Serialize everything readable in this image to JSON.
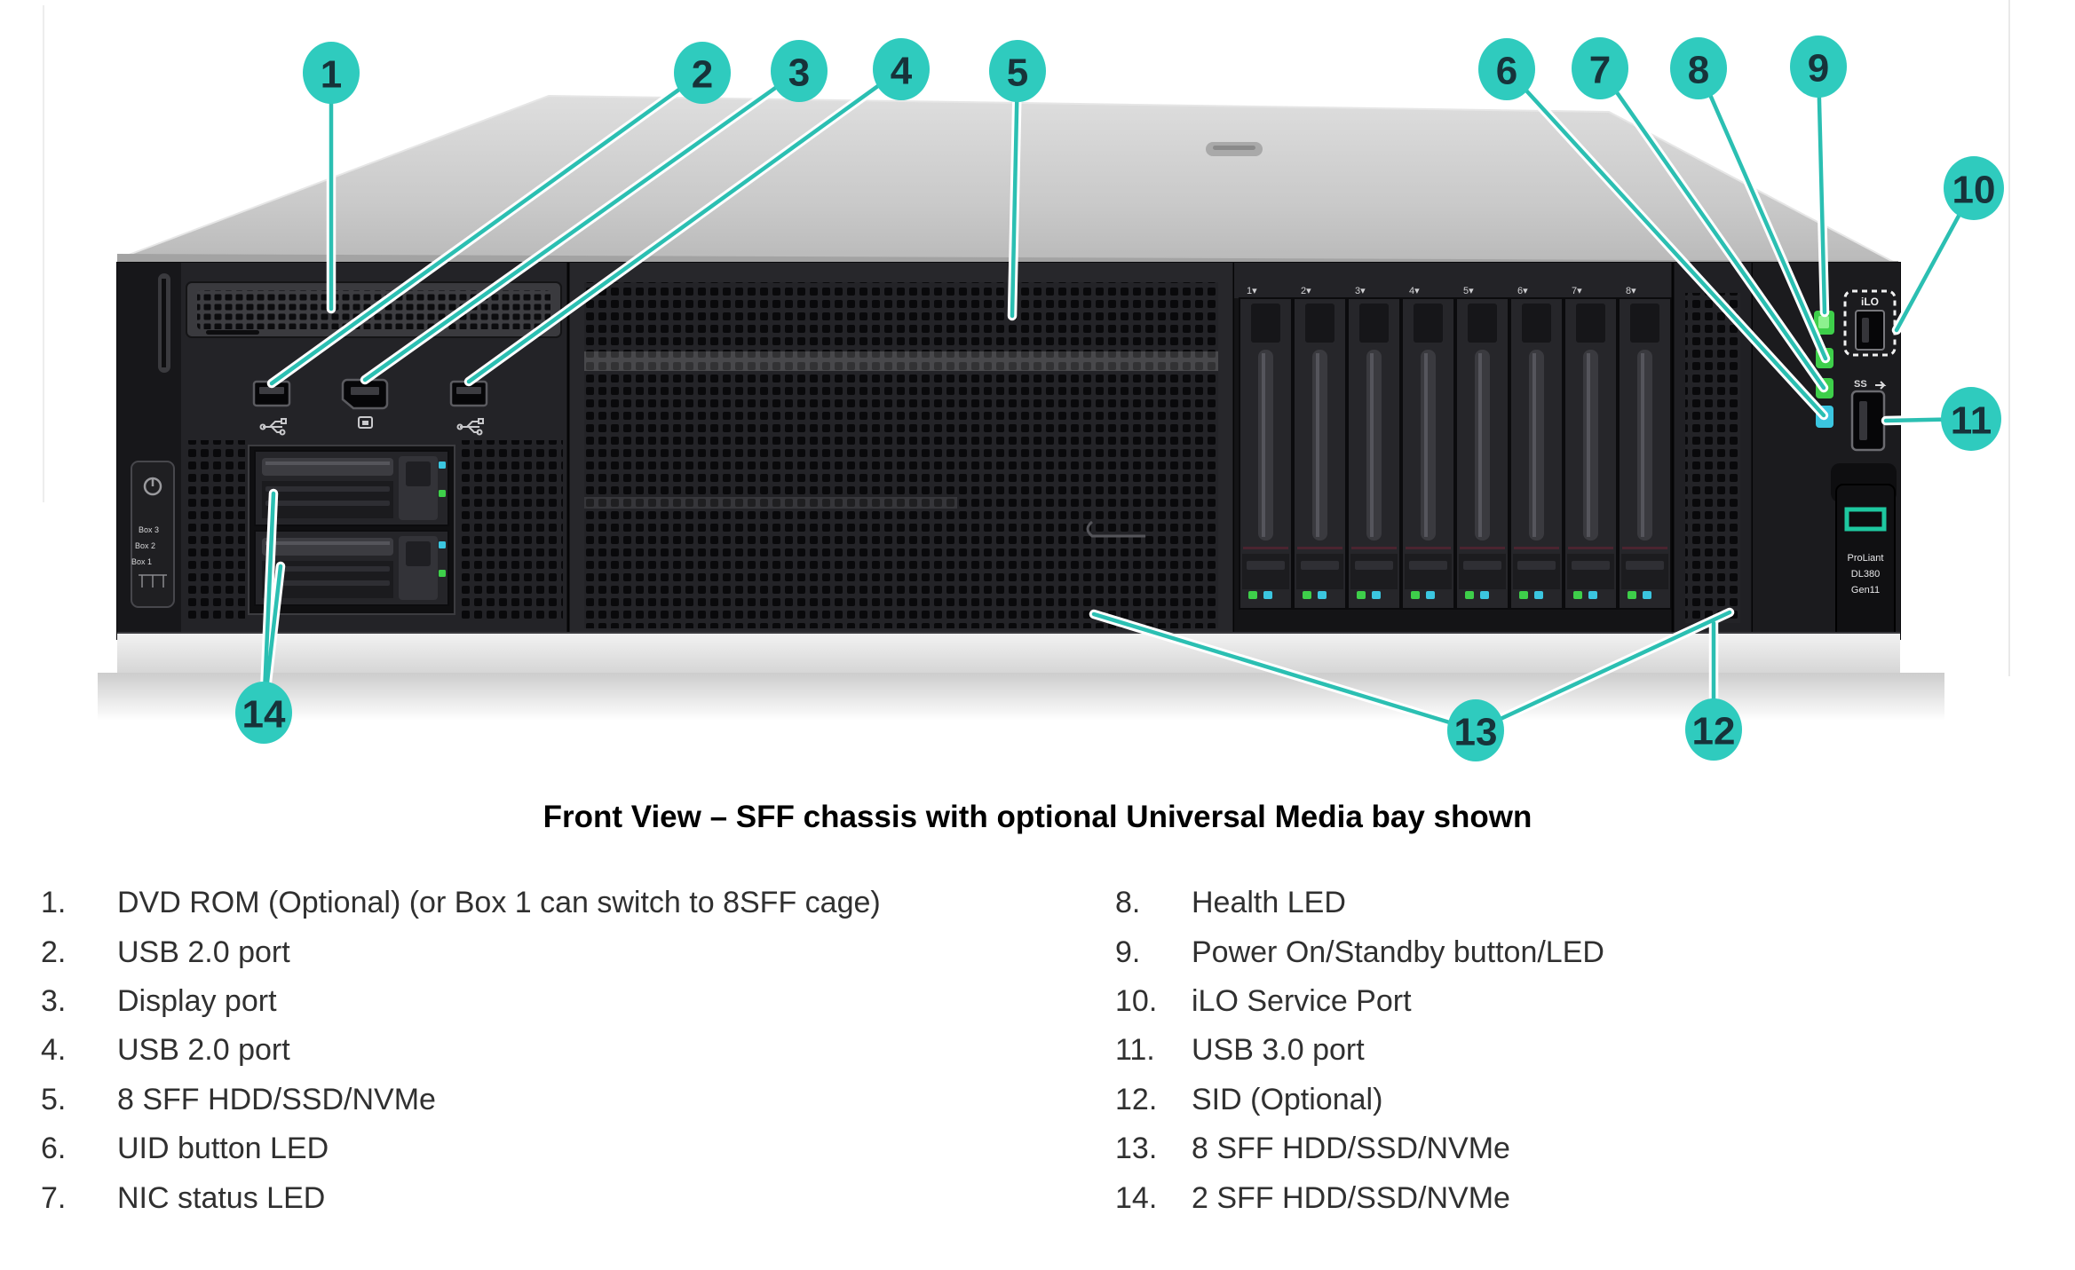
{
  "figure": {
    "title": "Front View – SFF chassis with optional Universal Media bay shown",
    "colors": {
      "teal": "#2FCBBE",
      "leader_teal": "#2BBFB2",
      "led_green": "#3ECF4A",
      "led_cyan": "#3BC6E0",
      "hpe_green": "#1EC8A0"
    },
    "callouts": [
      {
        "n": "1"
      },
      {
        "n": "2"
      },
      {
        "n": "3"
      },
      {
        "n": "4"
      },
      {
        "n": "5"
      },
      {
        "n": "6"
      },
      {
        "n": "7"
      },
      {
        "n": "8"
      },
      {
        "n": "9"
      },
      {
        "n": "10"
      },
      {
        "n": "11"
      },
      {
        "n": "12"
      },
      {
        "n": "13"
      },
      {
        "n": "14"
      }
    ],
    "server": {
      "ilo_label": "iLO",
      "usb3_badge": "SS",
      "model_line1": "ProLiant",
      "model_line2": "DL380",
      "model_line3": "Gen11",
      "drive_labels": [
        "1▾",
        "2▾",
        "3▾",
        "4▾",
        "5▾",
        "6▾",
        "7▾",
        "8▾"
      ],
      "box_labels": [
        "Box 3",
        "Box 2",
        "Box 1"
      ]
    }
  },
  "legend": {
    "left": [
      {
        "num": "1.",
        "text": "DVD ROM (Optional) (or Box 1 can switch to 8SFF cage)"
      },
      {
        "num": "2.",
        "text": "USB 2.0 port"
      },
      {
        "num": "3.",
        "text": "Display port"
      },
      {
        "num": "4.",
        "text": "USB 2.0 port"
      },
      {
        "num": "5.",
        "text": "8 SFF HDD/SSD/NVMe"
      },
      {
        "num": "6.",
        "text": "UID button LED"
      },
      {
        "num": "7.",
        "text": "NIC status LED"
      }
    ],
    "right": [
      {
        "num": "8.",
        "text": "Health LED"
      },
      {
        "num": "9.",
        "text": "Power On/Standby button/LED"
      },
      {
        "num": "10.",
        "text": "iLO Service Port"
      },
      {
        "num": "11.",
        "text": "USB 3.0 port"
      },
      {
        "num": "12.",
        "text": "SID (Optional)"
      },
      {
        "num": "13.",
        "text": "8 SFF HDD/SSD/NVMe"
      },
      {
        "num": "14.",
        "text": "2 SFF HDD/SSD/NVMe"
      }
    ]
  }
}
